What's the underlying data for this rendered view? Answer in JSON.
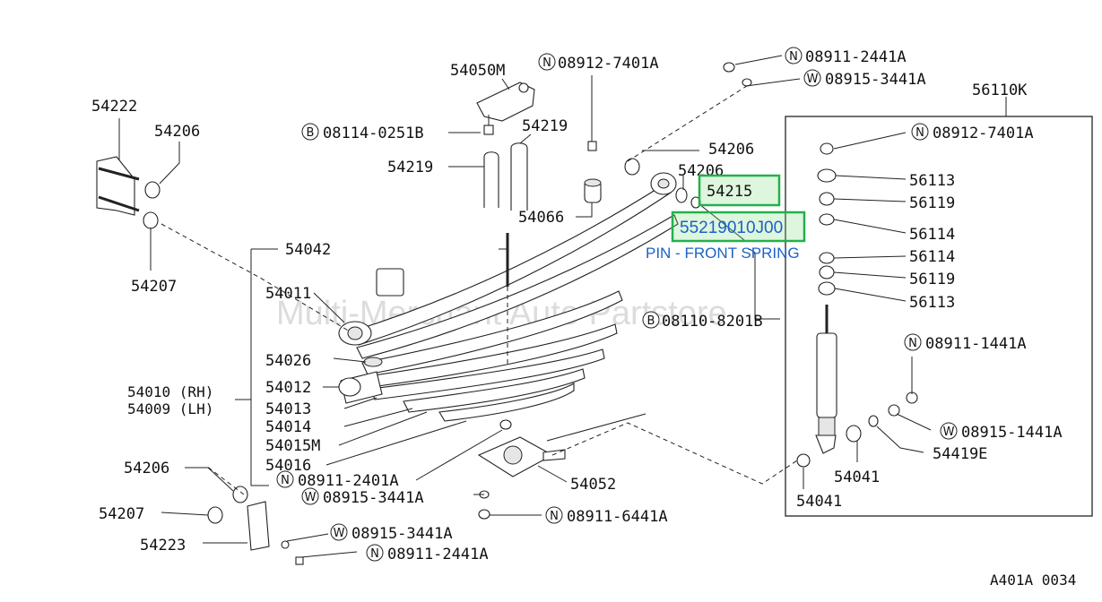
{
  "diagram": {
    "drawing_code": "A401A 0034",
    "watermark": "Multi-Merchant Auto Partstore",
    "highlight": {
      "part_number": "54215",
      "oem_number": "55219010J00",
      "description": "PIN - FRONT SPRING"
    },
    "labels": {
      "l54222": "54222",
      "l54206a": "54206",
      "l54207a": "54207",
      "l54050m": "54050M",
      "l08912a": "08912-7401A",
      "l08911a": "08911-2441A",
      "l08915a": "08915-3441A",
      "l56110k": "56110K",
      "l08114": "08114-0251B",
      "l54219a": "54219",
      "l54219b": "54219",
      "l54206b": "54206",
      "l54206c": "54206",
      "l08912b": "08912-7401A",
      "l56113a": "56113",
      "l56119a": "56119",
      "l56114a": "56114",
      "l56114b": "56114",
      "l56119b": "56119",
      "l56113b": "56113",
      "l54066": "54066",
      "l54042": "54042",
      "l54011": "54011",
      "l08110": "08110-8201B",
      "l08911b": "08911-1441A",
      "l54026": "54026",
      "l54012": "54012",
      "l54010": "54010 (RH)",
      "l54009": "54009 (LH)",
      "l54013": "54013",
      "l54014": "54014",
      "l54015m": "54015M",
      "l54016": "54016",
      "l08911c": "08911-2401A",
      "l08915b": "08915-3441A",
      "l08915c": "08915-1441A",
      "l54419e": "54419E",
      "l54041a": "54041",
      "l54041b": "54041",
      "l54052": "54052",
      "l54206d": "54206",
      "l54207b": "54207",
      "l08911d": "08911-6441A",
      "l54223": "54223",
      "l08915d": "08915-3441A",
      "l08911e": "08911-2441A"
    },
    "circle_letters": {
      "n": "N",
      "w": "W",
      "b": "B"
    }
  }
}
